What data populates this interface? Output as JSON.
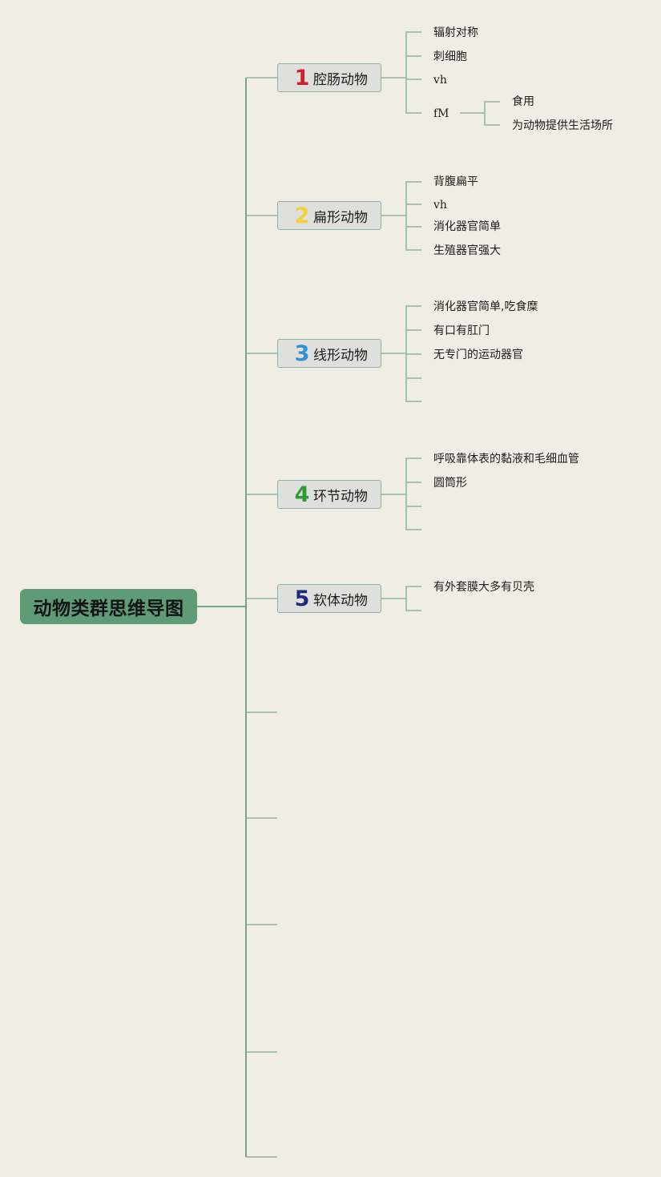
{
  "root": {
    "label": "动物类群思维导图"
  },
  "colors": {
    "background": "#f0ede4",
    "root_fill": "#5e9c78",
    "line": "#8fb3a1",
    "trunk_line": "#4c8c72",
    "branch_fill": "#dfe0de",
    "num_1": "#d21f2d",
    "num_2": "#f2d23a",
    "num_3": "#2f93d5",
    "num_4": "#2f9b35",
    "num_5": "#1d2a78"
  },
  "branches": [
    {
      "number": "1",
      "label": "腔肠动物",
      "leaves": [
        "辐射对称",
        "刺细胞",
        "vh",
        "fM"
      ],
      "subleaves": [
        "食用",
        "为动物提供生活场所"
      ]
    },
    {
      "number": "2",
      "label": "扁形动物",
      "leaves": [
        "背腹扁平",
        "vh",
        "消化器官简单",
        "生殖器官强大"
      ]
    },
    {
      "number": "3",
      "label": "线形动物",
      "leaves": [
        "消化器官简单,吃食糜",
        "有口有肛门",
        "无专门的运动器官",
        "",
        ""
      ]
    },
    {
      "number": "4",
      "label": "环节动物",
      "leaves": [
        "呼吸靠体表的黏液和毛细血管",
        "圆筒形",
        "",
        ""
      ]
    },
    {
      "number": "5",
      "label": "软体动物",
      "leaves": [
        "有外套膜大多有贝壳",
        ""
      ]
    }
  ]
}
